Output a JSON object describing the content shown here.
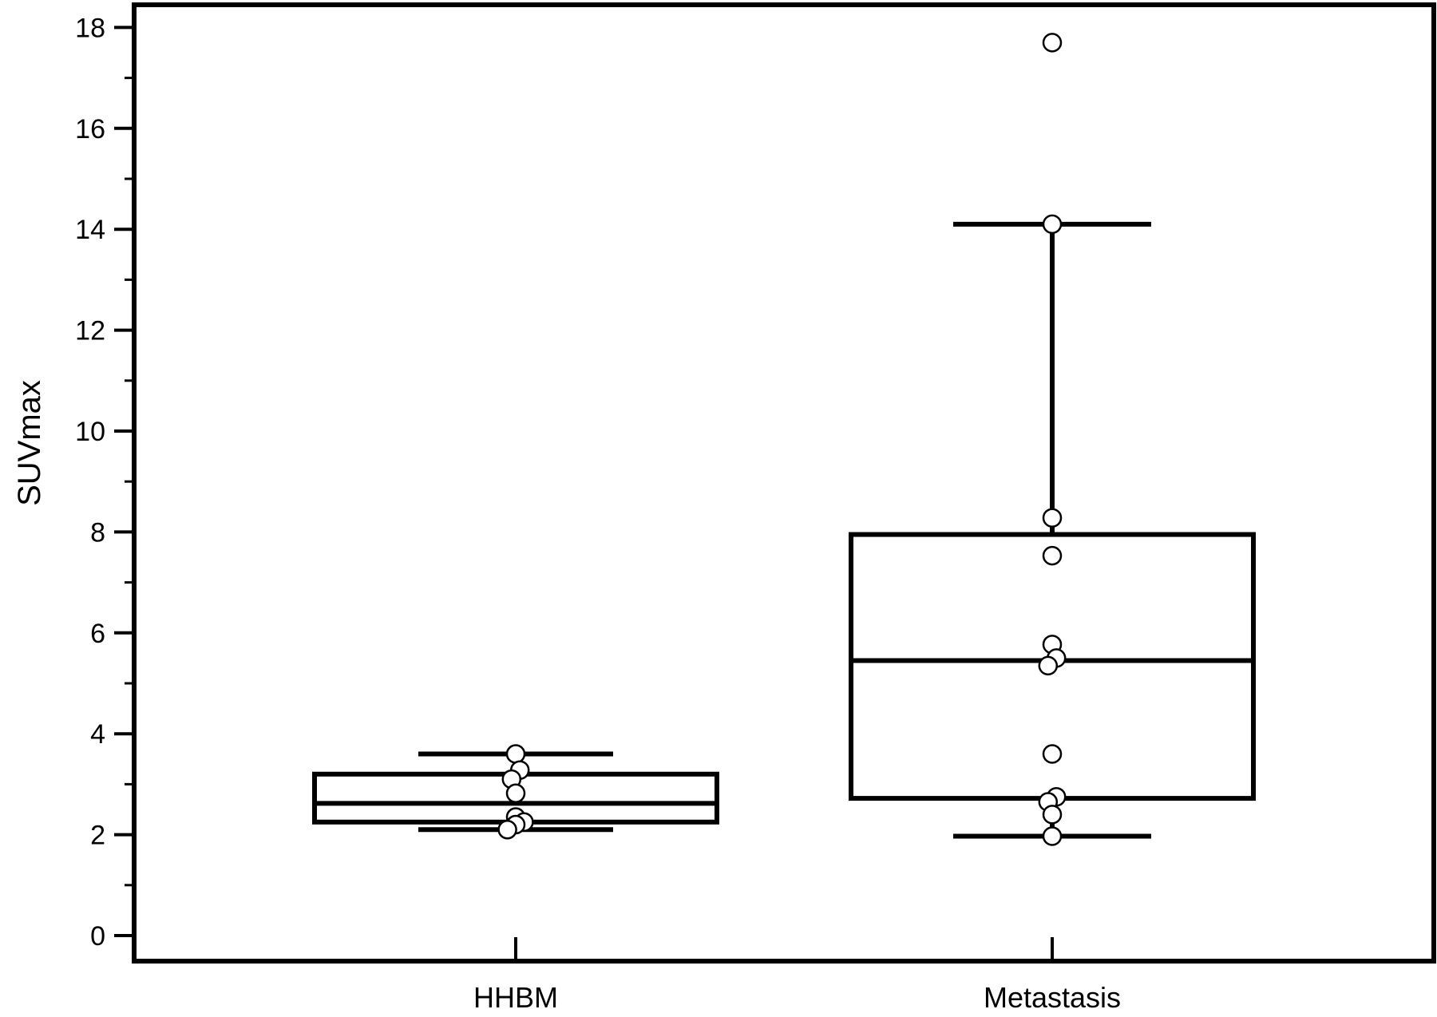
{
  "chart_data": {
    "type": "box",
    "title": "",
    "xlabel": "",
    "ylabel": "SUVmax",
    "ylim": [
      -0.5,
      18.5
    ],
    "yticks": [
      0,
      2,
      4,
      6,
      8,
      10,
      12,
      14,
      16,
      18
    ],
    "yminor_step": 1,
    "grid": false,
    "legend": "none",
    "categories": [
      "HHBM",
      "Metastasis"
    ],
    "boxes": [
      {
        "category": "HHBM",
        "whisker_low": 2.1,
        "q1": 2.25,
        "median": 2.62,
        "q3": 3.2,
        "whisker_high": 3.6,
        "points": [
          {
            "y": 3.6,
            "dx": 0.0
          },
          {
            "y": 3.28,
            "dx": 0.02
          },
          {
            "y": 3.1,
            "dx": -0.02
          },
          {
            "y": 2.82,
            "dx": 0.0
          },
          {
            "y": 2.35,
            "dx": 0.0
          },
          {
            "y": 2.25,
            "dx": 0.04
          },
          {
            "y": 2.2,
            "dx": 0.0
          },
          {
            "y": 2.1,
            "dx": -0.04
          }
        ]
      },
      {
        "category": "Metastasis",
        "whisker_low": 1.97,
        "q1": 2.72,
        "median": 5.45,
        "q3": 7.95,
        "whisker_high": 14.1,
        "points": [
          {
            "y": 17.7,
            "dx": 0.0
          },
          {
            "y": 14.1,
            "dx": 0.0
          },
          {
            "y": 8.28,
            "dx": 0.0
          },
          {
            "y": 7.53,
            "dx": 0.0
          },
          {
            "y": 5.77,
            "dx": 0.0
          },
          {
            "y": 5.5,
            "dx": 0.02
          },
          {
            "y": 5.35,
            "dx": -0.02
          },
          {
            "y": 3.6,
            "dx": 0.0
          },
          {
            "y": 2.75,
            "dx": 0.02
          },
          {
            "y": 2.65,
            "dx": -0.02
          },
          {
            "y": 2.4,
            "dx": 0.0
          },
          {
            "y": 1.97,
            "dx": 0.0
          }
        ]
      }
    ]
  }
}
